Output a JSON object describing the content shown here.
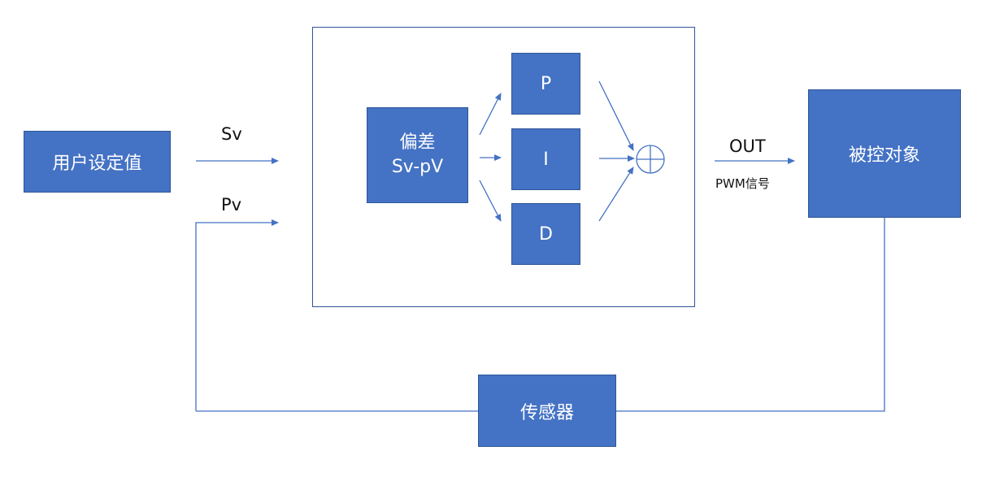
{
  "blocks": {
    "user_setpoint": "用户设定值",
    "deviation_line1": "偏差",
    "deviation_line2": "Sv-pV",
    "p": "P",
    "i": "I",
    "d": "D",
    "plant": "被控对象",
    "sensor": "传感器"
  },
  "labels": {
    "sv": "Sv",
    "pv": "Pv",
    "out": "OUT",
    "pwm": "PWM信号"
  },
  "colors": {
    "block_fill": "#4472C4",
    "block_border": "#2F5597",
    "line": "#4472C4"
  }
}
